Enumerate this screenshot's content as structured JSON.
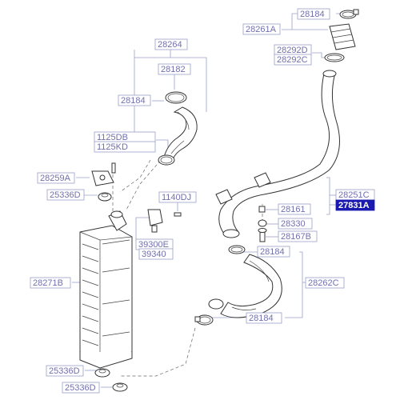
{
  "labels": {
    "p28184_top": "28184",
    "p28261A": "28261A",
    "p28292D": "28292D",
    "p28292C": "28292C",
    "p28264": "28264",
    "p28182": "28182",
    "p28184_left": "28184",
    "p1125DB": "1125DB",
    "p1125KD": "1125KD",
    "p28259A": "28259A",
    "p25336D_mid": "25336D",
    "p1140DJ": "1140DJ",
    "p39300E": "39300E",
    "p39340": "39340",
    "p28251C": "28251C",
    "p27831A": "27831A",
    "p28161": "28161",
    "p28330": "28330",
    "p28167B": "28167B",
    "p28184_mid": "28184",
    "p28271B": "28271B",
    "p28262C": "28262C",
    "p28184_bot": "28184",
    "p25336D_b1": "25336D",
    "p25336D_b2": "25336D"
  },
  "highlight_color": "#1a1ab0",
  "label_color": "#7070ae"
}
